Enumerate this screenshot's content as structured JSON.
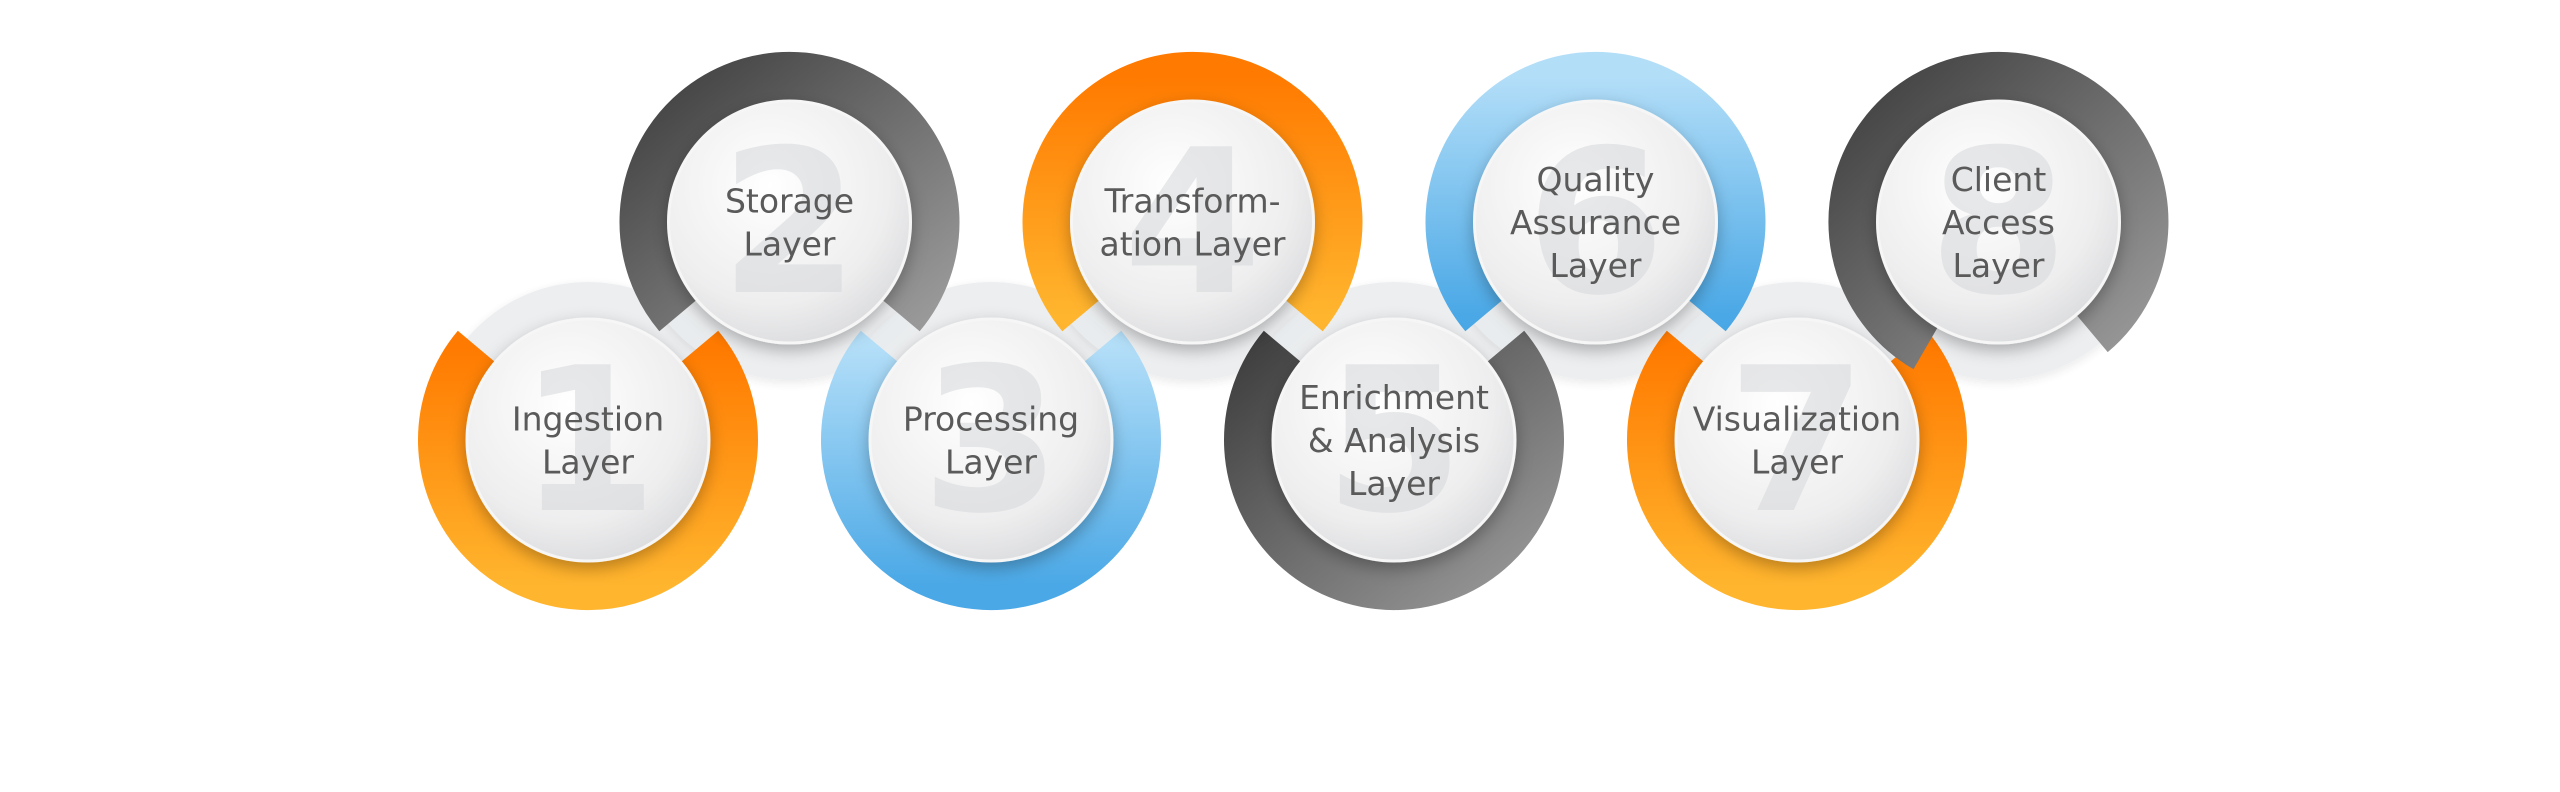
{
  "diagram": {
    "colors": {
      "orange": "#f7931e",
      "blue": "#5aaee8",
      "gray": "#5b5b5b",
      "light_ring": "#e2e5e7",
      "label_text": "#5a5a5a",
      "number_text": "#d6d8da"
    },
    "steps": [
      {
        "number": "1",
        "lines": [
          "Ingestion",
          "Layer"
        ],
        "ring_color": "orange",
        "row": "bottom"
      },
      {
        "number": "2",
        "lines": [
          "Storage",
          "Layer"
        ],
        "ring_color": "gray",
        "row": "top"
      },
      {
        "number": "3",
        "lines": [
          "Processing",
          "Layer"
        ],
        "ring_color": "blue",
        "row": "bottom"
      },
      {
        "number": "4",
        "lines": [
          "Transform-",
          "ation Layer"
        ],
        "ring_color": "orange",
        "row": "top"
      },
      {
        "number": "5",
        "lines": [
          "Enrichment",
          "& Analysis",
          "Layer"
        ],
        "ring_color": "gray",
        "row": "bottom"
      },
      {
        "number": "6",
        "lines": [
          "Quality",
          "Assurance",
          "Layer"
        ],
        "ring_color": "blue",
        "row": "top"
      },
      {
        "number": "7",
        "lines": [
          "Visualization",
          "Layer"
        ],
        "ring_color": "orange",
        "row": "bottom"
      },
      {
        "number": "8",
        "lines": [
          "Client",
          "Access",
          "Layer"
        ],
        "ring_color": "gray",
        "row": "top"
      }
    ]
  }
}
